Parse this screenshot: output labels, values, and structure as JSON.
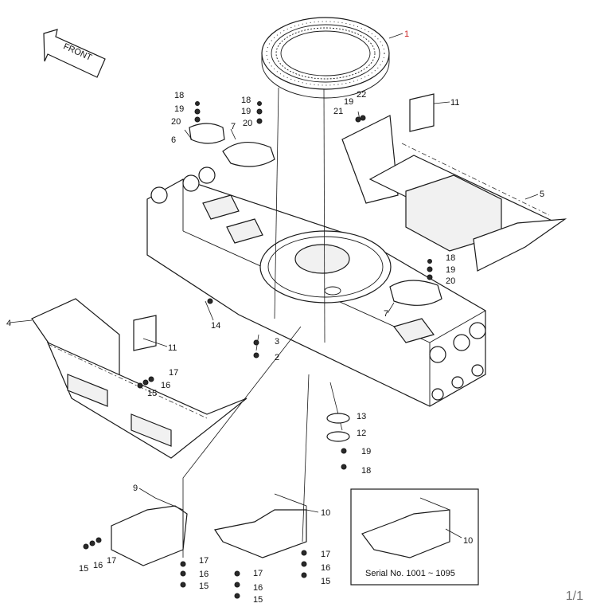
{
  "diagram": {
    "front_label": "FRONT",
    "serial_note": "Serial No. 1001 ~ 1095",
    "callouts": [
      {
        "id": "c1",
        "label": "1"
      },
      {
        "id": "c2",
        "label": "2"
      },
      {
        "id": "c3",
        "label": "3"
      },
      {
        "id": "c4",
        "label": "4"
      },
      {
        "id": "c5",
        "label": "5"
      },
      {
        "id": "c6",
        "label": "6"
      },
      {
        "id": "c7a",
        "label": "7"
      },
      {
        "id": "c7b",
        "label": "7"
      },
      {
        "id": "c9",
        "label": "9"
      },
      {
        "id": "c10a",
        "label": "10"
      },
      {
        "id": "c10b",
        "label": "10"
      },
      {
        "id": "c11a",
        "label": "11"
      },
      {
        "id": "c11b",
        "label": "11"
      },
      {
        "id": "c12",
        "label": "12"
      },
      {
        "id": "c13",
        "label": "13"
      },
      {
        "id": "c14",
        "label": "14"
      },
      {
        "id": "c15a",
        "label": "15"
      },
      {
        "id": "c15b",
        "label": "15"
      },
      {
        "id": "c15c",
        "label": "15"
      },
      {
        "id": "c15d",
        "label": "15"
      },
      {
        "id": "c15e",
        "label": "15"
      },
      {
        "id": "c16a",
        "label": "16"
      },
      {
        "id": "c16b",
        "label": "16"
      },
      {
        "id": "c16c",
        "label": "16"
      },
      {
        "id": "c16d",
        "label": "16"
      },
      {
        "id": "c16e",
        "label": "16"
      },
      {
        "id": "c17a",
        "label": "17"
      },
      {
        "id": "c17b",
        "label": "17"
      },
      {
        "id": "c17c",
        "label": "17"
      },
      {
        "id": "c17d",
        "label": "17"
      },
      {
        "id": "c17e",
        "label": "17"
      },
      {
        "id": "c18a",
        "label": "18"
      },
      {
        "id": "c18b",
        "label": "18"
      },
      {
        "id": "c18c",
        "label": "18"
      },
      {
        "id": "c18d",
        "label": "18"
      },
      {
        "id": "c19a",
        "label": "19"
      },
      {
        "id": "c19b",
        "label": "19"
      },
      {
        "id": "c19c",
        "label": "19"
      },
      {
        "id": "c19d",
        "label": "19"
      },
      {
        "id": "c19e",
        "label": "19"
      },
      {
        "id": "c20a",
        "label": "20"
      },
      {
        "id": "c20b",
        "label": "20"
      },
      {
        "id": "c20c",
        "label": "20"
      },
      {
        "id": "c21",
        "label": "21"
      },
      {
        "id": "c22",
        "label": "22"
      }
    ]
  },
  "page_indicator": "1/1",
  "colors": {
    "line": "#1a1a1a",
    "highlight": "#cc2222",
    "page_indicator": "#777777"
  }
}
